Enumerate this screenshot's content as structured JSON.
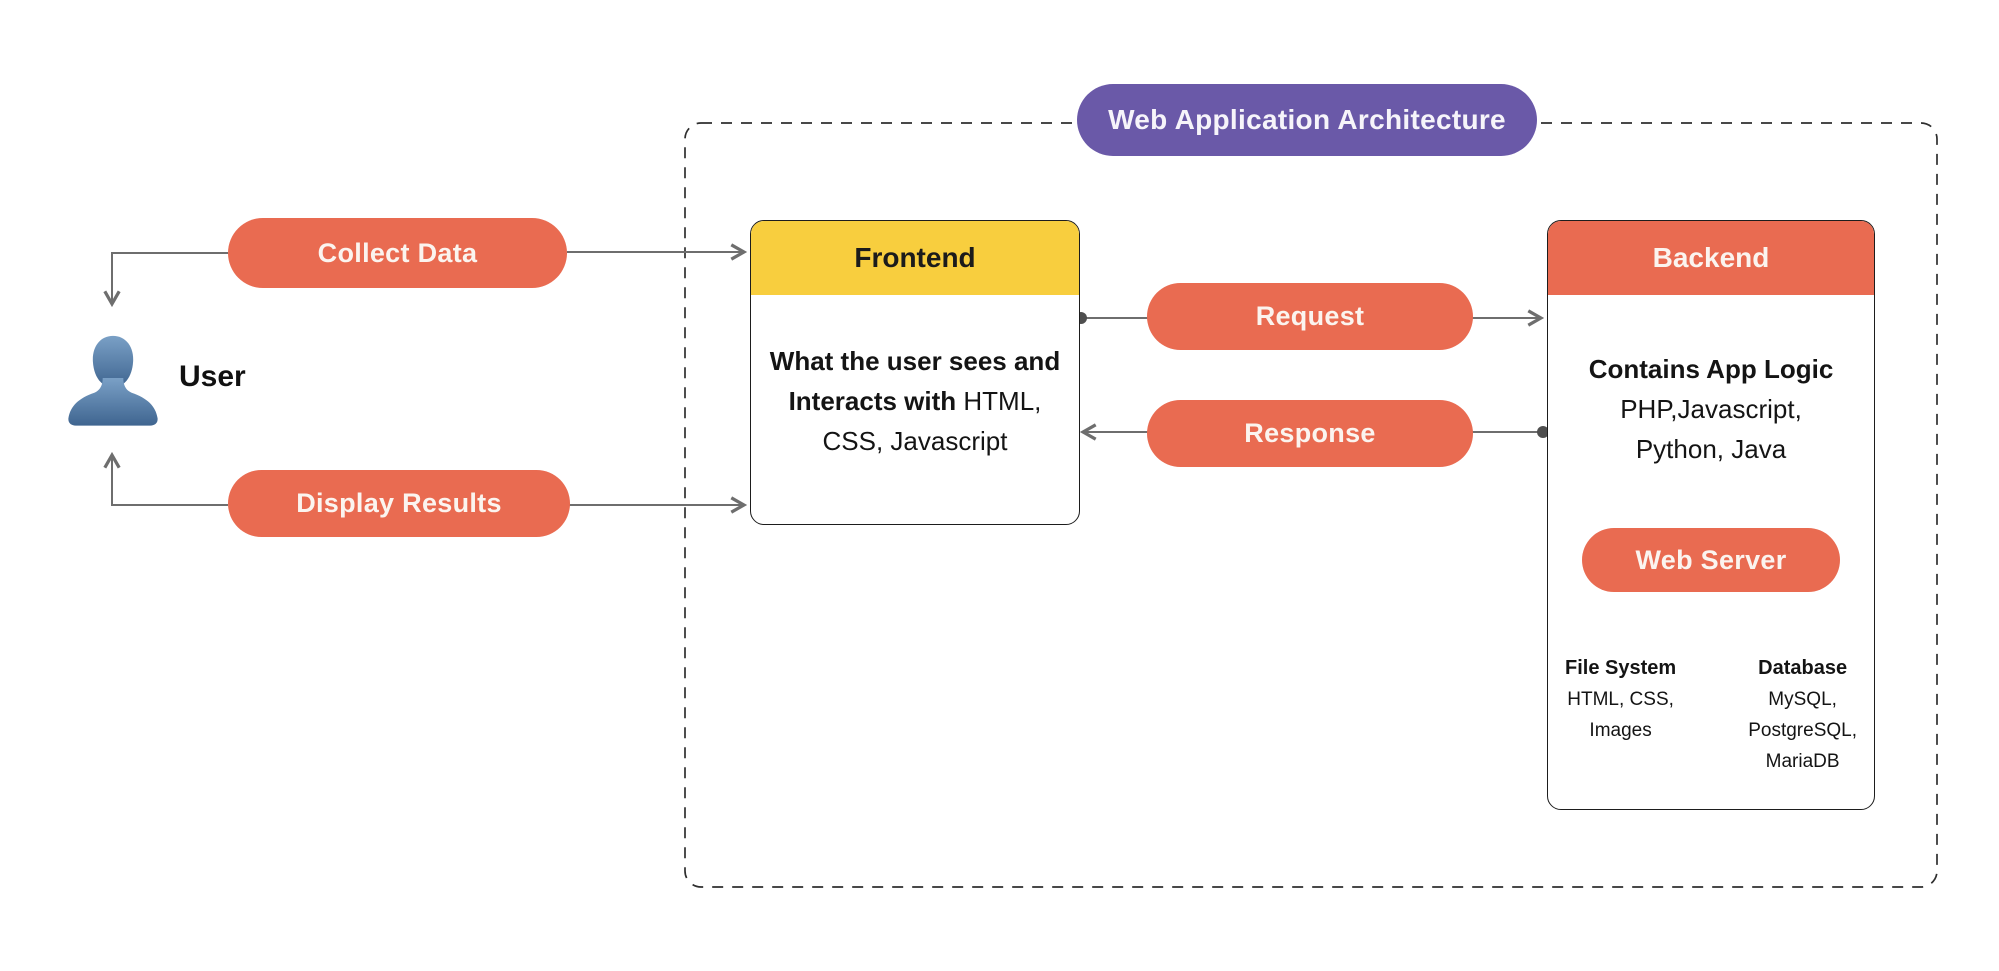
{
  "diagram": {
    "title": "Web Application Architecture",
    "user": {
      "label": "User"
    },
    "connectors": {
      "collect_data": "Collect Data",
      "display_results": "Display Results",
      "request": "Request",
      "response": "Response"
    },
    "frontend": {
      "title": "Frontend",
      "body_bold": "What the user sees and Interacts with",
      "body_regular": " HTML, CSS, Javascript"
    },
    "backend": {
      "title": "Backend",
      "body_bold": "Contains App Logic",
      "body_line1": "PHP,Javascript,",
      "body_line2": "Python, Java",
      "web_server": "Web Server",
      "file_system": {
        "title": "File System",
        "line1": "HTML, CSS,",
        "line2": "Images"
      },
      "database": {
        "title": "Database",
        "line1": "MySQL,",
        "line2": "PostgreSQL,",
        "line3": "MariaDB"
      }
    },
    "colors": {
      "coral": "#E96B51",
      "yellow": "#F8CE3E",
      "purple": "#6A59A8",
      "line_gray": "#6E6E6E",
      "dash_border": "#2E2E2E",
      "user_icon_top": "#7AA0C6",
      "user_icon_bottom": "#3F6590"
    }
  }
}
